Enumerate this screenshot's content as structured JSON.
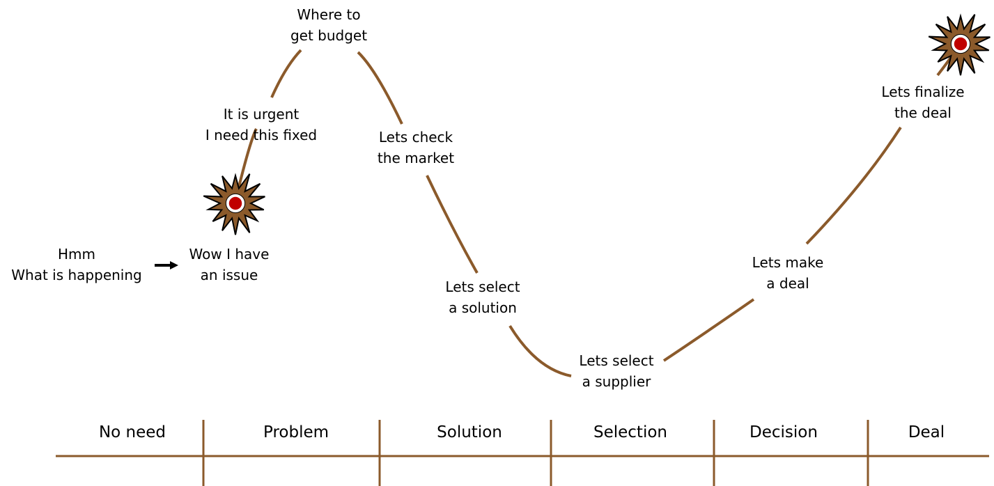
{
  "colors": {
    "curve": "#8B5A2B",
    "burst_fill": "#8B5A2B",
    "burst_center": "#C00000"
  },
  "labels": {
    "hmm": [
      "Hmm",
      "What is happening"
    ],
    "issue": [
      "Wow I have",
      "an issue"
    ],
    "urgent": [
      "It is urgent",
      "I need this fixed"
    ],
    "budget": [
      "Where to",
      "get budget"
    ],
    "market": [
      "Lets check",
      "the market"
    ],
    "solution": [
      "Lets select",
      "a solution"
    ],
    "supplier": [
      "Lets select",
      "a supplier"
    ],
    "deal": [
      "Lets make",
      "a deal"
    ],
    "finalize": [
      "Lets finalize",
      "the deal"
    ]
  },
  "stages": [
    "No need",
    "Problem",
    "Solution",
    "Selection",
    "Decision",
    "Deal"
  ],
  "icons": [
    "arrow-right-icon",
    "burst-icon",
    "burst-icon"
  ]
}
